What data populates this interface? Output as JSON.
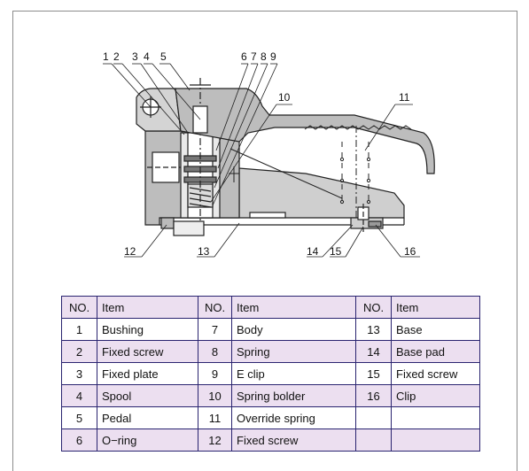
{
  "callouts": [
    "1",
    "2",
    "3",
    "4",
    "5",
    "6",
    "7",
    "8",
    "9",
    "10",
    "11",
    "12",
    "13",
    "14",
    "15",
    "16"
  ],
  "table": {
    "headers": [
      "NO.",
      "Item",
      "NO.",
      "Item",
      "NO.",
      "Item"
    ],
    "rows": [
      [
        "1",
        "Bushing",
        "7",
        "Body",
        "13",
        "Base"
      ],
      [
        "2",
        "Fixed screw",
        "8",
        "Spring",
        "14",
        "Base pad"
      ],
      [
        "3",
        "Fixed plate",
        "9",
        "E clip",
        "15",
        "Fixed screw"
      ],
      [
        "4",
        "Spool",
        "10",
        "Spring bolder",
        "16",
        "Clip"
      ],
      [
        "5",
        "Pedal",
        "11",
        "Override spring",
        "",
        ""
      ],
      [
        "6",
        "O−ring",
        "12",
        "Fixed screw",
        "",
        ""
      ]
    ]
  }
}
